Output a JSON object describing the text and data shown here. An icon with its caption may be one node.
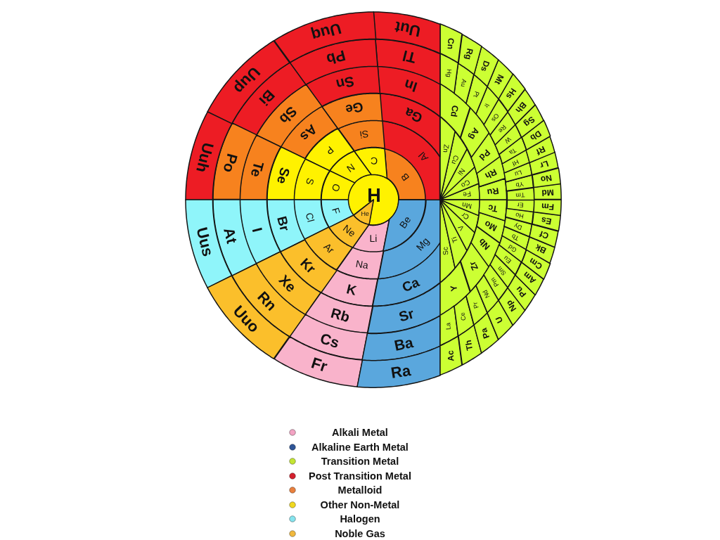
{
  "diagram": {
    "nodes": [
      {
        "text": [
          "H"
        ]
      },
      {
        "text": [
          "He"
        ]
      },
      {
        "text": [
          "Li"
        ]
      },
      {
        "text": [
          "Be"
        ]
      },
      {
        "text": [
          "B"
        ]
      },
      {
        "text": [
          "C"
        ]
      },
      {
        "text": [
          "N"
        ]
      },
      {
        "text": [
          "O"
        ]
      },
      {
        "text": [
          "F"
        ]
      },
      {
        "text": [
          "Ne"
        ]
      },
      {
        "text": [
          "Na"
        ]
      },
      {
        "text": [
          "Mg"
        ]
      },
      {
        "text": [
          "Al"
        ]
      },
      {
        "text": [
          "Si"
        ]
      },
      {
        "text": [
          "P"
        ]
      },
      {
        "text": [
          "S"
        ]
      },
      {
        "text": [
          "Cl"
        ]
      },
      {
        "text": [
          "Ar"
        ]
      },
      {
        "text": [
          "K"
        ]
      },
      {
        "text": [
          "Ca"
        ]
      },
      {
        "text": [
          "Sc"
        ]
      },
      {
        "text": [
          "Ti"
        ]
      },
      {
        "text": [
          "V"
        ]
      },
      {
        "text": [
          "Cr"
        ]
      },
      {
        "text": [
          "Mn"
        ]
      },
      {
        "text": [
          "Fe"
        ]
      },
      {
        "text": [
          "Co"
        ]
      },
      {
        "text": [
          "Ni"
        ]
      },
      {
        "text": [
          "Cu"
        ]
      },
      {
        "text": [
          "Zn"
        ]
      },
      {
        "text": [
          "Ga"
        ]
      },
      {
        "text": [
          "Ge"
        ]
      },
      {
        "text": [
          "As"
        ]
      },
      {
        "text": [
          "Se"
        ]
      },
      {
        "text": [
          "Br"
        ]
      },
      {
        "text": [
          "Kr"
        ]
      },
      {
        "text": [
          "Rb"
        ]
      },
      {
        "text": [
          "Sr"
        ]
      },
      {
        "text": [
          "Y"
        ]
      },
      {
        "text": [
          "Zr"
        ]
      },
      {
        "text": [
          "Nb"
        ]
      },
      {
        "text": [
          "Mo"
        ]
      },
      {
        "text": [
          "Tc"
        ]
      },
      {
        "text": [
          "Ru"
        ]
      },
      {
        "text": [
          "Rh"
        ]
      },
      {
        "text": [
          "Pd"
        ]
      },
      {
        "text": [
          "Ag"
        ]
      },
      {
        "text": [
          "Cd"
        ]
      },
      {
        "text": [
          "In"
        ]
      },
      {
        "text": [
          "Sn"
        ]
      },
      {
        "text": [
          "Sb"
        ]
      },
      {
        "text": [
          "Te"
        ]
      },
      {
        "text": [
          "I"
        ]
      },
      {
        "text": [
          "Xe"
        ]
      },
      {
        "text": [
          "Cs"
        ]
      },
      {
        "text": [
          "Ba"
        ]
      },
      {
        "text": [
          "La"
        ]
      },
      {
        "text": [
          "Ce"
        ]
      },
      {
        "text": [
          "Pr"
        ]
      },
      {
        "text": [
          "Nd"
        ]
      },
      {
        "text": [
          "Pm"
        ]
      },
      {
        "text": [
          "Sm"
        ]
      },
      {
        "text": [
          "Eu"
        ]
      },
      {
        "text": [
          "Gd"
        ]
      },
      {
        "text": [
          "Tb"
        ]
      },
      {
        "text": [
          "Dy"
        ]
      },
      {
        "text": [
          "Ho"
        ]
      },
      {
        "text": [
          "Er"
        ]
      },
      {
        "text": [
          "Tm"
        ]
      },
      {
        "text": [
          "Yb"
        ]
      },
      {
        "text": [
          "Lu"
        ]
      },
      {
        "text": [
          "Hf"
        ]
      },
      {
        "text": [
          "Ta"
        ]
      },
      {
        "text": [
          "W"
        ]
      },
      {
        "text": [
          "Re"
        ]
      },
      {
        "text": [
          "Os"
        ]
      },
      {
        "text": [
          "Ir"
        ]
      },
      {
        "text": [
          "Pt"
        ]
      },
      {
        "text": [
          "Au"
        ]
      },
      {
        "text": [
          "Hg"
        ]
      },
      {
        "text": [
          "Tl"
        ]
      },
      {
        "text": [
          "Pb"
        ]
      },
      {
        "text": [
          "Bi"
        ]
      },
      {
        "text": [
          "Po"
        ]
      },
      {
        "text": [
          "At"
        ]
      },
      {
        "text": [
          "Rn"
        ]
      },
      {
        "text": [
          "Fr"
        ]
      },
      {
        "text": [
          "Ra"
        ]
      },
      {
        "text": [
          "Ac"
        ]
      },
      {
        "text": [
          "Th"
        ]
      },
      {
        "text": [
          "Pa"
        ]
      },
      {
        "text": [
          "U"
        ]
      },
      {
        "text": [
          "Np"
        ]
      },
      {
        "text": [
          "Pu"
        ]
      },
      {
        "text": [
          "Am"
        ]
      },
      {
        "text": [
          "Cm"
        ]
      },
      {
        "text": [
          "Bk"
        ]
      },
      {
        "text": [
          "Cf"
        ]
      },
      {
        "text": [
          "Es"
        ]
      },
      {
        "text": [
          "Fm"
        ]
      },
      {
        "text": [
          "Md"
        ]
      },
      {
        "text": [
          "No"
        ]
      },
      {
        "text": [
          "Lr"
        ]
      },
      {
        "text": [
          "Rf"
        ]
      },
      {
        "text": [
          "Db"
        ]
      },
      {
        "text": [
          "Sg"
        ]
      },
      {
        "text": [
          "Bh"
        ]
      },
      {
        "text": [
          "Hs"
        ]
      },
      {
        "text": [
          "Mt"
        ]
      },
      {
        "text": [
          "Ds"
        ]
      },
      {
        "text": [
          "Rg"
        ]
      },
      {
        "text": [
          "Cn"
        ]
      },
      {
        "text": [
          "Uut"
        ]
      },
      {
        "text": [
          "Uuq"
        ]
      },
      {
        "text": [
          "Uup"
        ]
      },
      {
        "text": [
          "Uuh"
        ]
      },
      {
        "text": [
          "Uus"
        ]
      },
      {
        "text": [
          "Uuo"
        ]
      }
    ],
    "legend": [
      {
        "text": "Alkali Metal",
        "color": "#f2a3c3"
      },
      {
        "text": "Alkaline Earth Metal",
        "color": "#2f5597"
      },
      {
        "text": "Transition Metal",
        "color": "#c4e534"
      },
      {
        "text": "Post Transition Metal",
        "color": "#d4202e"
      },
      {
        "text": "Metalloid",
        "color": "#e9803e"
      },
      {
        "text": "Other Non-Metal",
        "color": "#f0d820"
      },
      {
        "text": "Halogen",
        "color": "#86e4ee"
      },
      {
        "text": "Noble Gas",
        "color": "#f0b83e"
      }
    ]
  }
}
